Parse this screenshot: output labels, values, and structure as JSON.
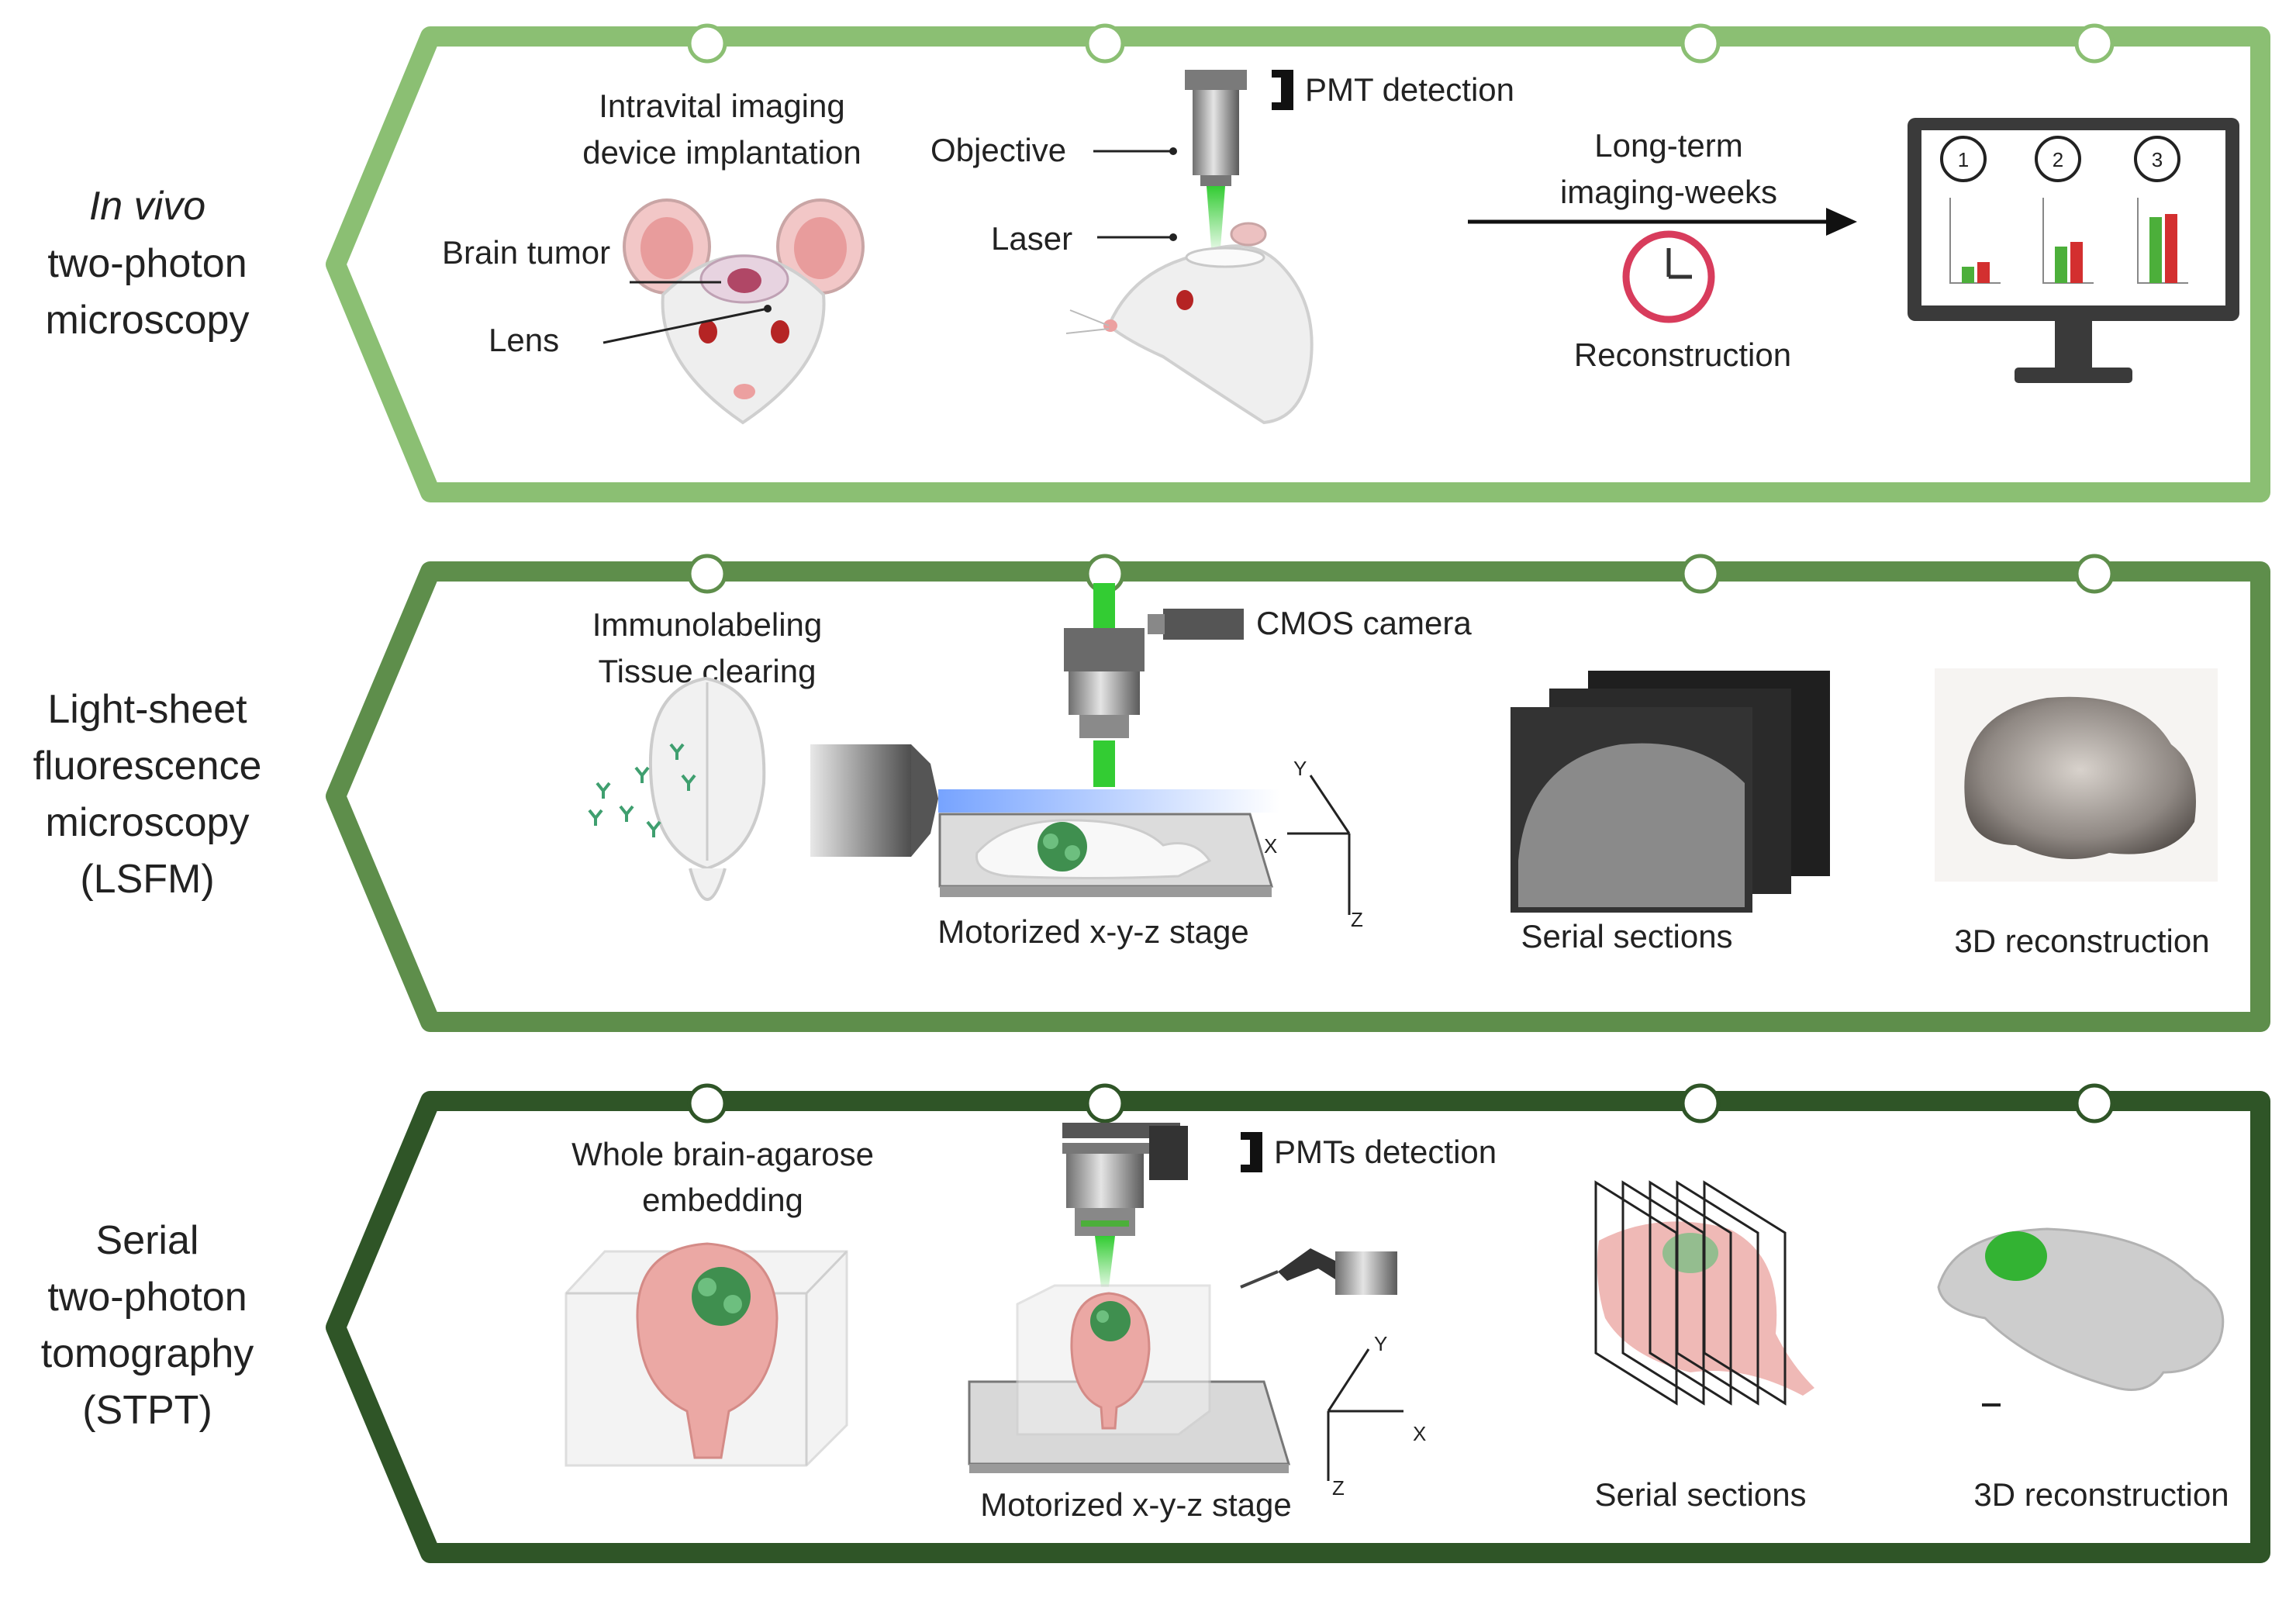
{
  "rows": [
    {
      "title_italic": "In vivo",
      "title_lines": [
        "two-photon",
        "microscopy"
      ],
      "color": "#8bbf73",
      "labels": {
        "device": [
          "Intravital imaging",
          "device implantation"
        ],
        "brain_tumor": "Brain tumor",
        "lens": "Lens",
        "objective": "Objective",
        "laser": "Laser",
        "pmt": "PMT detection",
        "long_term": [
          "Long-term",
          "imaging-weeks"
        ],
        "reconstruction": "Reconstruction",
        "timepoints": [
          "1",
          "2",
          "3"
        ]
      }
    },
    {
      "title_lines": [
        "Light-sheet",
        "fluorescence",
        "microscopy",
        "(LSFM)"
      ],
      "color": "#5e8e4b",
      "labels": {
        "prep": [
          "Immunolabeling",
          "Tissue clearing"
        ],
        "camera": "CMOS camera",
        "stage": "Motorized x-y-z stage",
        "sections": "Serial sections",
        "recon": "3D reconstruction",
        "axes": {
          "y": "Y",
          "x": "X",
          "z": "Z"
        }
      }
    },
    {
      "title_lines": [
        "Serial",
        "two-photon",
        "tomography",
        "(STPT)"
      ],
      "color": "#2f5527",
      "labels": {
        "prep": [
          "Whole brain-agarose",
          "embedding"
        ],
        "pmts": "PMTs detection",
        "stage": "Motorized x-y-z stage",
        "sections": "Serial sections",
        "recon": "3D reconstruction",
        "axes": {
          "y": "Y",
          "x": "X",
          "z": "Z"
        }
      }
    }
  ],
  "colors": {
    "laser_green": "#33cc33",
    "bar_green": "#4caf3a",
    "bar_red": "#d32f2f",
    "tumor_green": "#3f8f4f",
    "brain_pink": "#eba8a4",
    "clock": "#d83c5c"
  }
}
